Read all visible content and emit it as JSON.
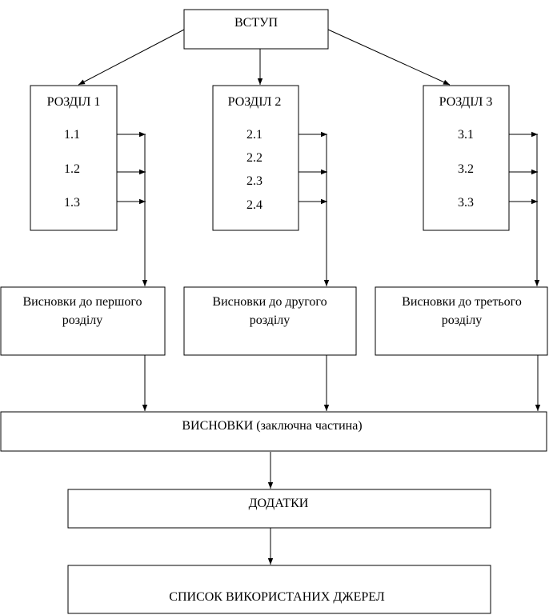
{
  "intro": "ВСТУП",
  "sections": [
    {
      "title": "РОЗДІЛ 1",
      "items": [
        "1.1",
        "1.2",
        "1.3"
      ],
      "conclusion_line1": "Висновки до першого",
      "conclusion_line2": "розділу"
    },
    {
      "title": "РОЗДІЛ 2",
      "items": [
        "2.1",
        "2.2",
        "2.3",
        "2.4"
      ],
      "conclusion_line1": "Висновки до другого",
      "conclusion_line2": "розділу"
    },
    {
      "title": "РОЗДІЛ 3",
      "items": [
        "3.1",
        "3.2",
        "3.3"
      ],
      "conclusion_line1": "Висновки до третього",
      "conclusion_line2": "розділу"
    }
  ],
  "conclusions": "ВИСНОВКИ (заключна частина)",
  "appendices": "ДОДАТКИ",
  "references": "СПИСОК ВИКОРИСТАНИХ ДЖЕРЕЛ"
}
